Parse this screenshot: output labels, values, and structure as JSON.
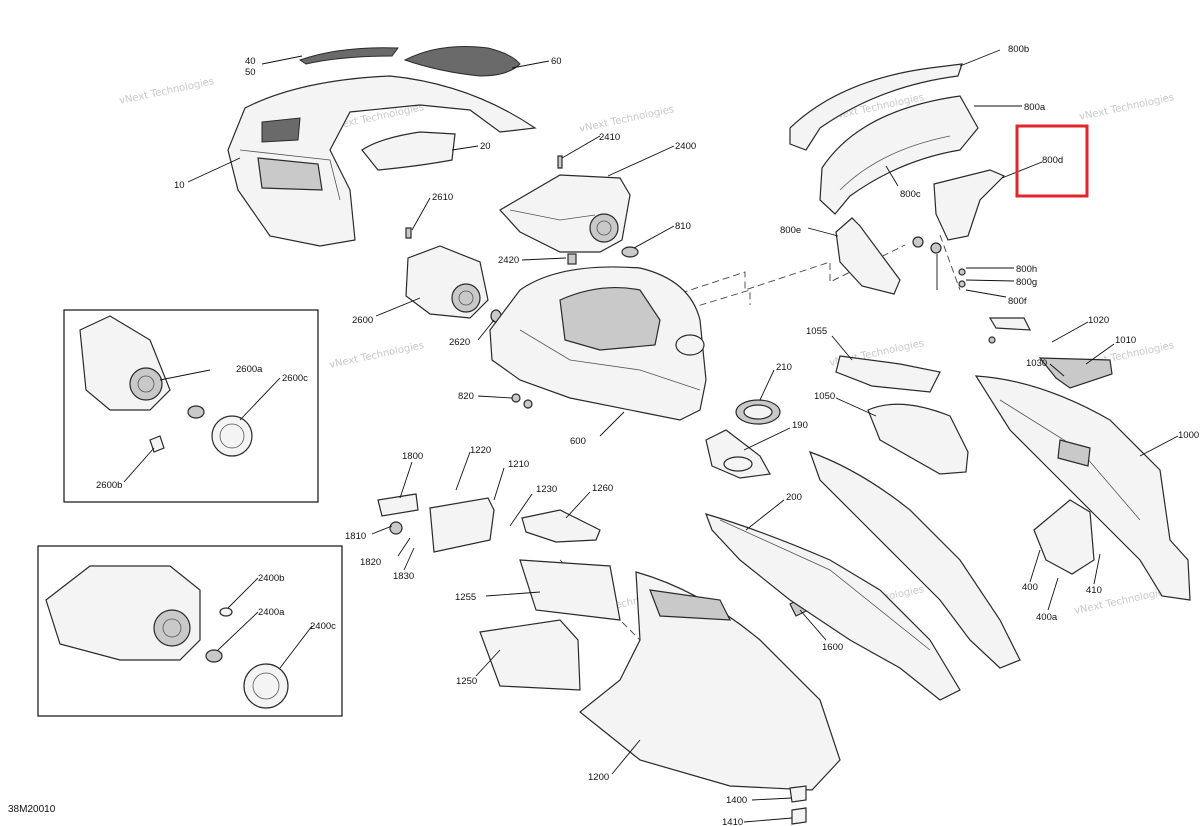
{
  "diagram": {
    "drawing_code": "38M20010",
    "watermark": "vNext Technologies",
    "highlighted_callout": "800d",
    "callouts": [
      "40",
      "50",
      "60",
      "10",
      "20",
      "2410",
      "2400",
      "2610",
      "810",
      "2420",
      "2600",
      "2620",
      "820",
      "600",
      "800b",
      "800a",
      "800d",
      "800c",
      "800e",
      "800h",
      "800g",
      "800f",
      "1020",
      "1010",
      "1030",
      "1055",
      "1050",
      "210",
      "190",
      "1000",
      "1800",
      "1220",
      "1210",
      "1230",
      "1260",
      "1810",
      "1820",
      "1830",
      "200",
      "1255",
      "1250",
      "1600",
      "400",
      "410",
      "400a",
      "1200",
      "1400",
      "1410",
      "2600a",
      "2600c",
      "2600b",
      "2400b",
      "2400a",
      "2400c"
    ]
  }
}
